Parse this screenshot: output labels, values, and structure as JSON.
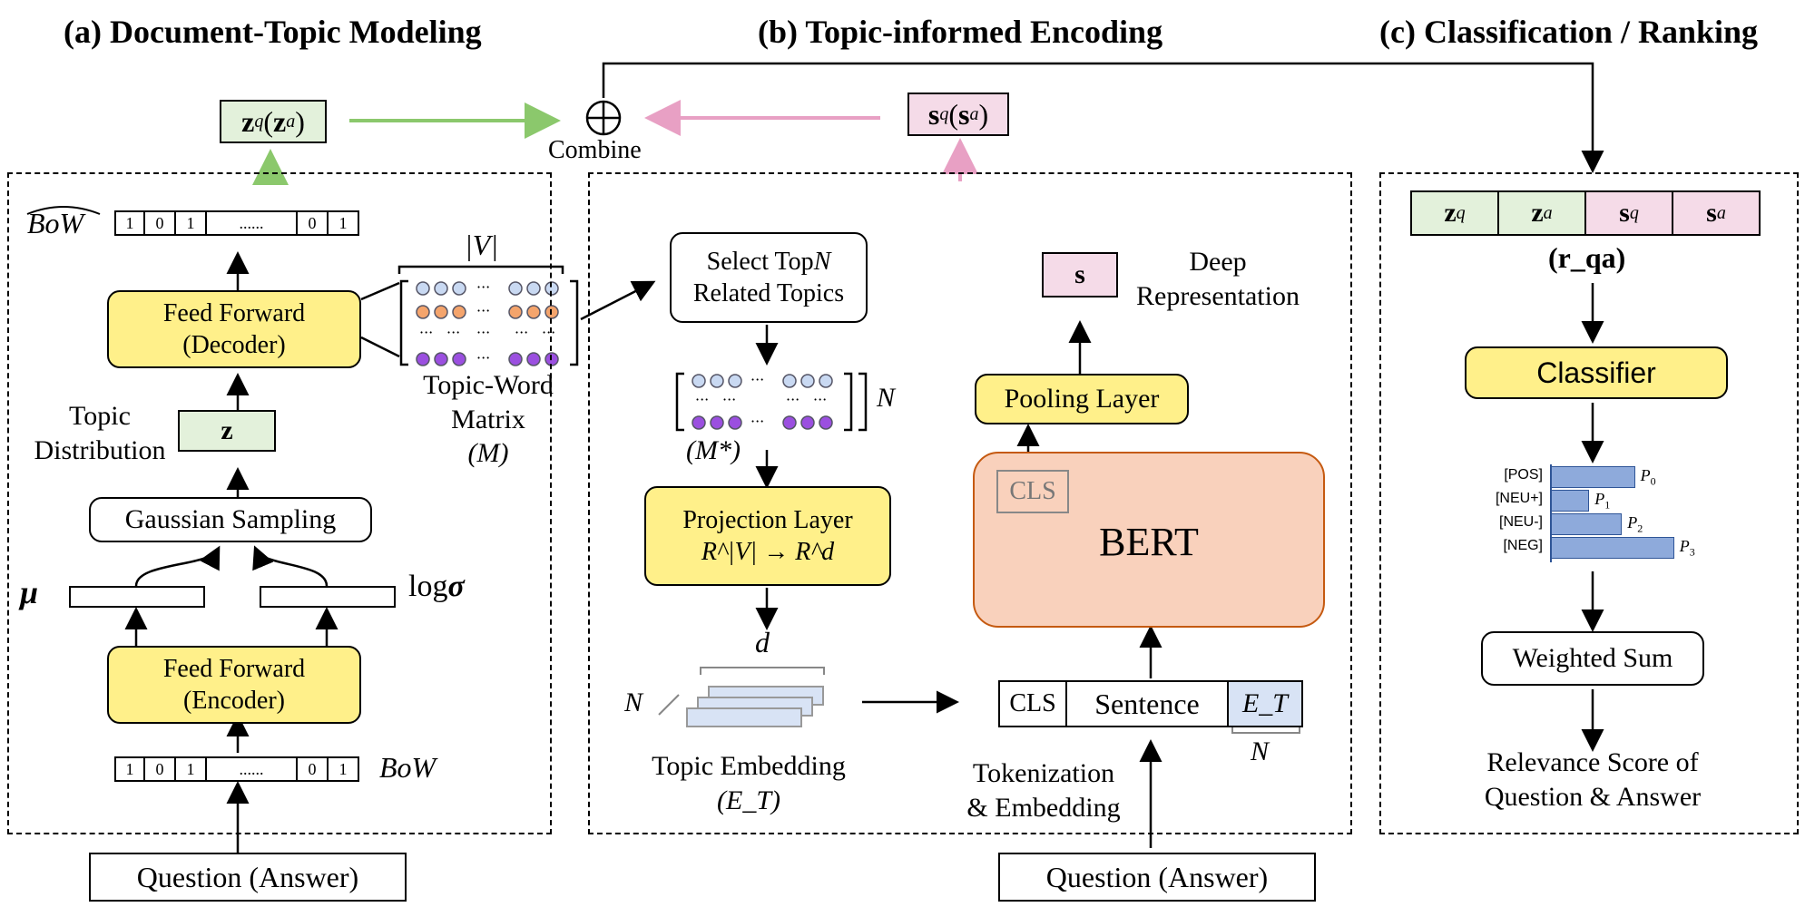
{
  "panels": {
    "a_title": "(a) Document-Topic Modeling",
    "b_title": "(b) Topic-informed Encoding",
    "c_title": "(c) Classification / Ranking"
  },
  "panel_a": {
    "zq_main": "z",
    "zq_sub": "q",
    "zq_paren_main": "z",
    "zq_paren_sub": "a",
    "bow_hat": "BoW",
    "bow": "BoW",
    "bow_cells": [
      "1",
      "0",
      "1",
      "......",
      "0",
      "1"
    ],
    "decoder_line1": "Feed Forward",
    "decoder_line2": "(Decoder)",
    "encoder_line1": "Feed Forward",
    "encoder_line2": "(Encoder)",
    "z_label": "z",
    "topic_dist_line1": "Topic",
    "topic_dist_line2": "Distribution",
    "gaussian": "Gaussian Sampling",
    "mu": "μ",
    "log": "log",
    "sigma": "σ",
    "vocab": "|V|",
    "matrix_line1": "Topic-Word",
    "matrix_line2": "Matrix",
    "matrix_line3": "(M)",
    "question": "Question (Answer)"
  },
  "center": {
    "combine": "Combine",
    "combine_symbol": "⊕"
  },
  "panel_b": {
    "sq_main": "s",
    "sq_sub": "q",
    "sq_paren_main": "s",
    "sq_paren_sub": "a",
    "select_line1": "Select Top",
    "select_n": "N",
    "select_line2": "Related Topics",
    "n_label": "N",
    "m_star": "(M*)",
    "proj_line1": "Projection Layer",
    "proj_line2": "R^|V| → R^d",
    "d_label": "d",
    "n_stack": "N",
    "topic_emb_line1": "Topic Embedding",
    "topic_emb_line2": "(E_T)",
    "s_label": "s",
    "deep_line1": "Deep",
    "deep_line2": "Representation",
    "pooling": "Pooling Layer",
    "cls_inner": "CLS",
    "bert": "BERT",
    "tok_cls": "CLS",
    "tok_sentence": "Sentence",
    "tok_et": "E_T",
    "tok_n": "N",
    "tokenization_line1": "Tokenization",
    "tokenization_line2": "& Embedding",
    "question": "Question (Answer)"
  },
  "panel_c": {
    "vec": [
      {
        "main": "z",
        "sub": "q"
      },
      {
        "main": "z",
        "sub": "a"
      },
      {
        "main": "s",
        "sub": "q"
      },
      {
        "main": "s",
        "sub": "a"
      }
    ],
    "rqa": "(r_qa)",
    "classifier": "Classifier",
    "weighted_sum": "Weighted Sum",
    "relevance_line1": "Relevance Score of",
    "relevance_line2": "Question & Answer"
  },
  "chart_data": {
    "type": "bar",
    "orientation": "horizontal",
    "categories": [
      "[POS]",
      "[NEU+]",
      "[NEU-]",
      "[NEG]"
    ],
    "values": [
      0.52,
      0.24,
      0.44,
      0.76
    ],
    "value_labels": [
      "P0",
      "P1",
      "P2",
      "P3"
    ],
    "title": "",
    "xlabel": "",
    "ylabel": "",
    "xlim": [
      0,
      1
    ],
    "grid": false
  },
  "colors": {
    "yellow": "#fff08a",
    "green_fill": "#e3f1db",
    "pink_fill": "#f5dbe8",
    "green_arrow": "#8bc86c",
    "pink_arrow": "#e8a0c4",
    "bert_fill": "#f9d1bc",
    "bert_border": "#c55a11",
    "dot_blue": "#c9d9f2",
    "dot_orange": "#f4a46c",
    "dot_purple": "#9b4fe0"
  }
}
